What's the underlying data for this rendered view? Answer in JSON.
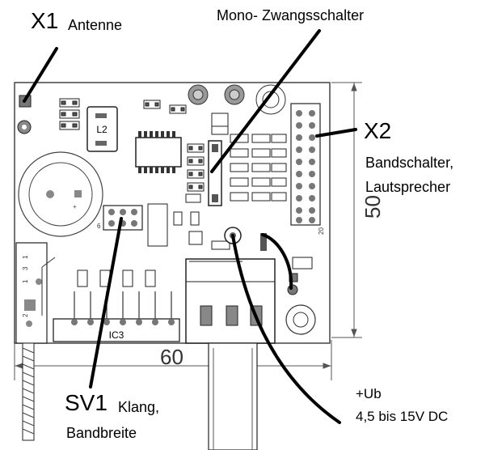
{
  "labels": {
    "x1": {
      "id": "X1",
      "desc": "Antenne"
    },
    "mono": "Mono- Zwangsschalter",
    "x2": {
      "id": "X2",
      "line1": "Bandschalter,",
      "line2": "Lautsprecher"
    },
    "sv1": {
      "id": "SV1",
      "line1": "Klang,",
      "line2": "Bandbreite"
    },
    "ub": {
      "line1": "+Ub",
      "line2": "4,5 bis 15V DC"
    }
  },
  "board": {
    "parts": {
      "l2": "L2",
      "ic3": "IC3",
      "sv1_pin": "6",
      "x2_pin": "20",
      "switch_pins": [
        "1",
        "3",
        "1",
        "2"
      ]
    },
    "dimensions": {
      "height": "50",
      "width": "60"
    }
  }
}
